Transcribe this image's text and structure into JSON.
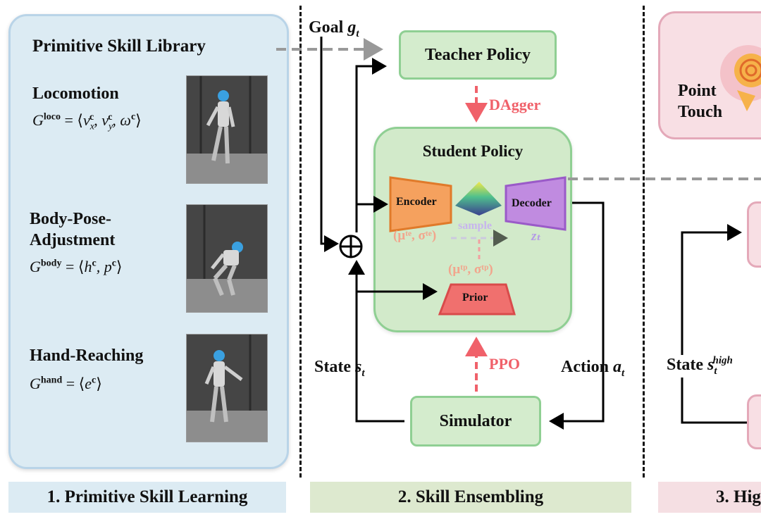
{
  "library": {
    "title": "Primitive Skill Library",
    "skills": [
      {
        "name": "Locomotion",
        "symbol": "G",
        "sup": "loco",
        "body": "= ⟨v",
        "rest": "ₓᶜ, vᵧᶜ, ωᶜ⟩"
      },
      {
        "name_line1": "Body-Pose-",
        "name_line2": "Adjustment",
        "symbol": "G",
        "sup": "body",
        "rest": "= ⟨hᶜ, pᶜ⟩"
      },
      {
        "name": "Hand-Reaching",
        "symbol": "G",
        "sup": "hand",
        "rest": "= ⟨eᶜ⟩"
      }
    ]
  },
  "section2": {
    "goal_label": "Goal ",
    "goal_var": "g",
    "goal_sub": "t",
    "teacher": "Teacher Policy",
    "dagger": "DAgger",
    "student": "Student Policy",
    "encoder": "Encoder",
    "decoder": "Decoder",
    "sample": "sample",
    "enc_params": "(μᵗᵉ, σᵗᵉ)",
    "z": "zₜ",
    "prior_params": "(μᵗᵖ, σᵗᵖ)",
    "prior": "Prior",
    "ppo": "PPO",
    "simulator": "Simulator",
    "state_label": "State ",
    "state_var": "s",
    "state_sub": "t",
    "action_label": "Action ",
    "action_var": "a",
    "action_sub": "t"
  },
  "section3": {
    "point": "Point",
    "touch": "Touch",
    "state_label": "State ",
    "state_var": "s",
    "state_sub": "t",
    "state_sup": "high"
  },
  "labels": {
    "panel1": "1. Primitive Skill Learning",
    "panel2": "2. Skill Ensembling",
    "panel3": "3. Hig"
  },
  "colors": {
    "panel1_bg": "#dcebf3",
    "panel2_bg": "#dde9cf",
    "panel3_bg": "#f5dfe3",
    "accent_red": "#f0616a"
  }
}
